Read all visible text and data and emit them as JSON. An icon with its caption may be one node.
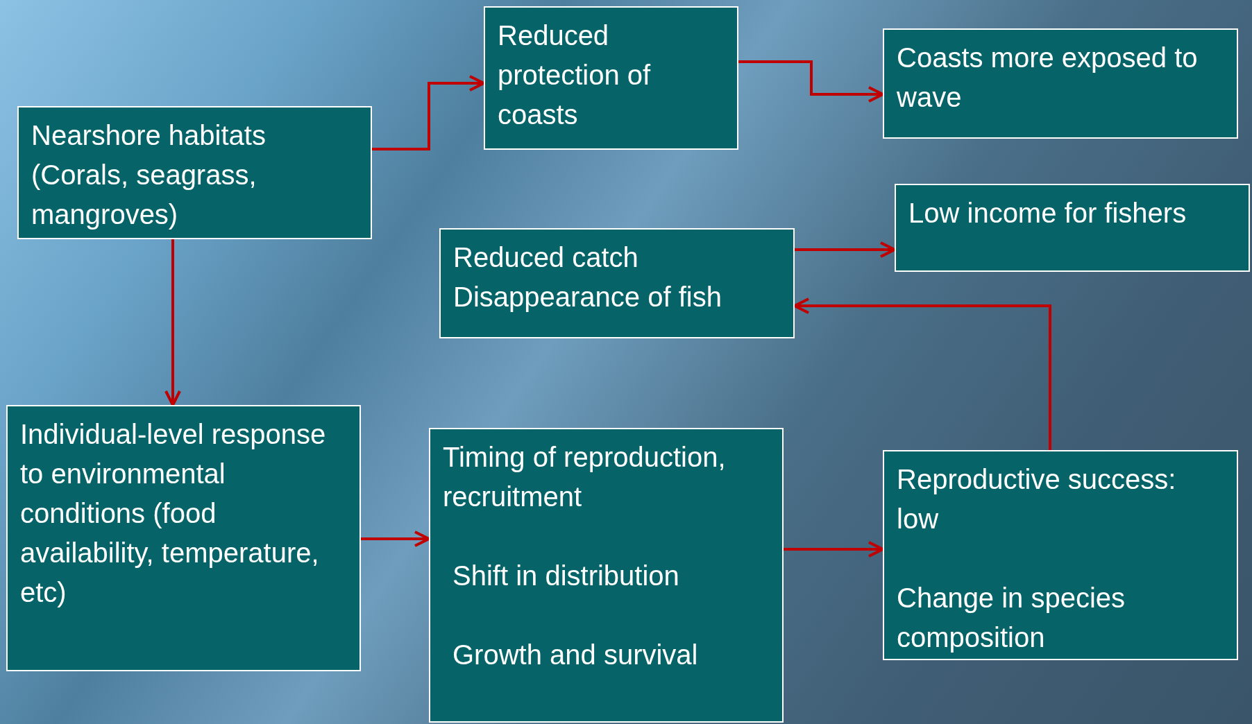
{
  "diagram": {
    "nodes": [
      {
        "text": [
          "Nearshore habitats (Corals, seagrass, mangroves)"
        ]
      },
      {
        "text": [
          "Reduced protection of coasts"
        ]
      },
      {
        "text": [
          "Coasts more exposed to wave"
        ]
      },
      {
        "text": [
          "Low income for fishers"
        ]
      },
      {
        "text": [
          "Reduced catch",
          "Disappearance of fish"
        ]
      },
      {
        "text": [
          "Individual-level response to environmental conditions (food availability, temperature, etc)"
        ]
      },
      {
        "text": [
          "Timing of reproduction, recruitment",
          "Shift in distribution",
          "Growth and survival"
        ]
      },
      {
        "text": [
          "Reproductive success: low",
          "Change in species composition"
        ]
      }
    ],
    "edges": [
      {
        "from": 0,
        "to": 1,
        "arrow": "to"
      },
      {
        "from": 1,
        "to": 2,
        "arrow": "to"
      },
      {
        "from": 4,
        "to": 3,
        "arrow": "to"
      },
      {
        "from": 7,
        "to": 4,
        "arrow": "to"
      },
      {
        "from": 0,
        "to": 5,
        "arrow": "to"
      },
      {
        "from": 5,
        "to": 6,
        "arrow": "to"
      },
      {
        "from": 6,
        "to": 7,
        "arrow": "to"
      }
    ]
  }
}
